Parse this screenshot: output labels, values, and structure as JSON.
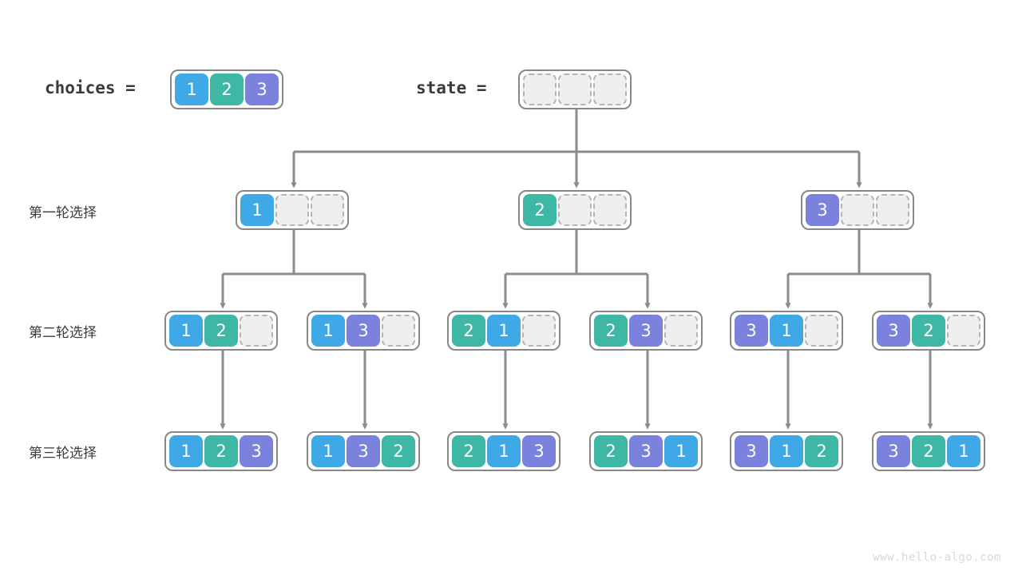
{
  "diagram": {
    "title_watermark": "www.hello-algo.com",
    "legend": {
      "choices_label": "choices =",
      "state_label": "state ="
    },
    "row_labels": [
      "第一轮选择",
      "第二轮选择",
      "第三轮选择"
    ],
    "colors": {
      "value_1": "#3fa9e8",
      "value_2": "#3eb8a4",
      "value_3": "#7b82dd",
      "empty_cell": "#efefef",
      "empty_border": "#b4b4b4",
      "node_border": "#888888",
      "connector": "#8c8c8c",
      "text": "#3b3b3b",
      "watermark": "#d8d8d8"
    },
    "choices_array": [
      "1",
      "2",
      "3"
    ],
    "state_array": [
      "",
      "",
      ""
    ],
    "round1": [
      {
        "cells": [
          "1",
          "",
          ""
        ]
      },
      {
        "cells": [
          "2",
          "",
          ""
        ]
      },
      {
        "cells": [
          "3",
          "",
          ""
        ]
      }
    ],
    "round2": [
      {
        "cells": [
          "1",
          "2",
          ""
        ]
      },
      {
        "cells": [
          "1",
          "3",
          ""
        ]
      },
      {
        "cells": [
          "2",
          "1",
          ""
        ]
      },
      {
        "cells": [
          "2",
          "3",
          ""
        ]
      },
      {
        "cells": [
          "3",
          "1",
          ""
        ]
      },
      {
        "cells": [
          "3",
          "2",
          ""
        ]
      }
    ],
    "round3": [
      {
        "cells": [
          "1",
          "2",
          "3"
        ]
      },
      {
        "cells": [
          "1",
          "3",
          "2"
        ]
      },
      {
        "cells": [
          "2",
          "1",
          "3"
        ]
      },
      {
        "cells": [
          "2",
          "3",
          "1"
        ]
      },
      {
        "cells": [
          "3",
          "1",
          "2"
        ]
      },
      {
        "cells": [
          "3",
          "2",
          "1"
        ]
      }
    ]
  }
}
